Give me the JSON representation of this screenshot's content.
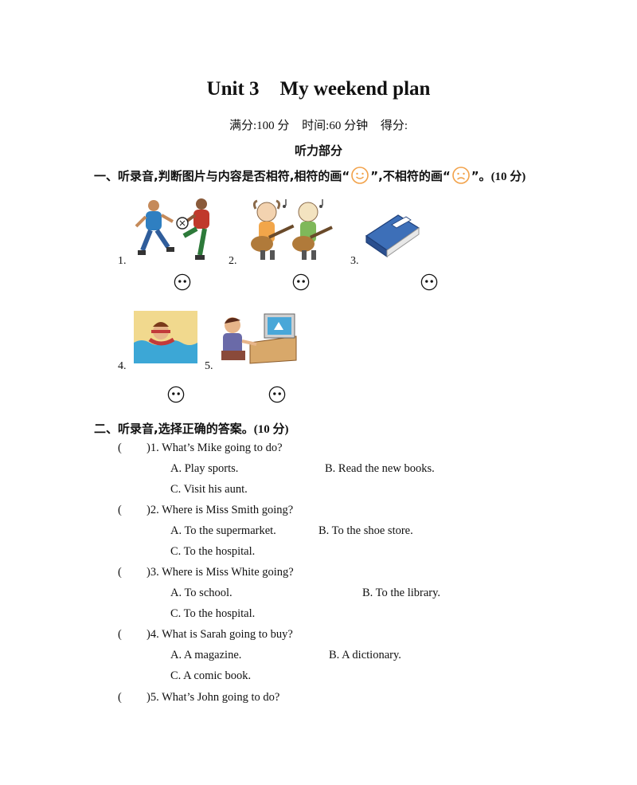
{
  "title": {
    "unit": "Unit 3",
    "name": "My weekend plan"
  },
  "meta": {
    "full_score": "满分:100 分",
    "time": "时间:60 分钟",
    "score": "得分:"
  },
  "part_heading": "听力部分",
  "section1": {
    "lead": "一、听录音,判断图片与内容是否相符,相符的画",
    "q1": "“",
    "q2": "”",
    "mid": ",不相符的画",
    "q3": "“",
    "q4": "”",
    "end": "。",
    "points": "(10 分)",
    "items": [
      {
        "num": "1.",
        "picture": "boys-playing-football"
      },
      {
        "num": "2.",
        "picture": "children-playing-guitar"
      },
      {
        "num": "3.",
        "picture": "blue-book"
      },
      {
        "num": "4.",
        "picture": "girl-swimming"
      },
      {
        "num": "5.",
        "picture": "boy-using-computer"
      }
    ]
  },
  "section2": {
    "heading": "二、听录音,选择正确的答案。",
    "points": "(10 分)",
    "questions": [
      {
        "paren": "(",
        "close": ")",
        "text": "1. What’s Mike going to do?",
        "a": "A. Play sports.",
        "b": "B. Read the new books.",
        "c": "C. Visit his aunt."
      },
      {
        "paren": "(",
        "close": ")",
        "text": "2. Where is Miss Smith going?",
        "a": "A. To the supermarket.",
        "b": "B. To the shoe store.",
        "c": "C. To the hospital."
      },
      {
        "paren": "(",
        "close": ")",
        "text": "3. Where is Miss White going?",
        "a": "A. To school.",
        "b": "B. To the library.",
        "c": "C. To the hospital."
      },
      {
        "paren": "(",
        "close": ")",
        "text": "4. What is Sarah going to buy?",
        "a": "A. A magazine.",
        "b": "B. A dictionary.",
        "c": "C. A comic book."
      },
      {
        "paren": "(",
        "close": ")",
        "text": "5. What’s John going to do?"
      }
    ]
  },
  "colors": {
    "smiley": "#f2a24a",
    "book": "#3d6fb8",
    "sand": "#f1d98e",
    "water": "#3ca7d6",
    "screen": "#4aa7d8"
  }
}
